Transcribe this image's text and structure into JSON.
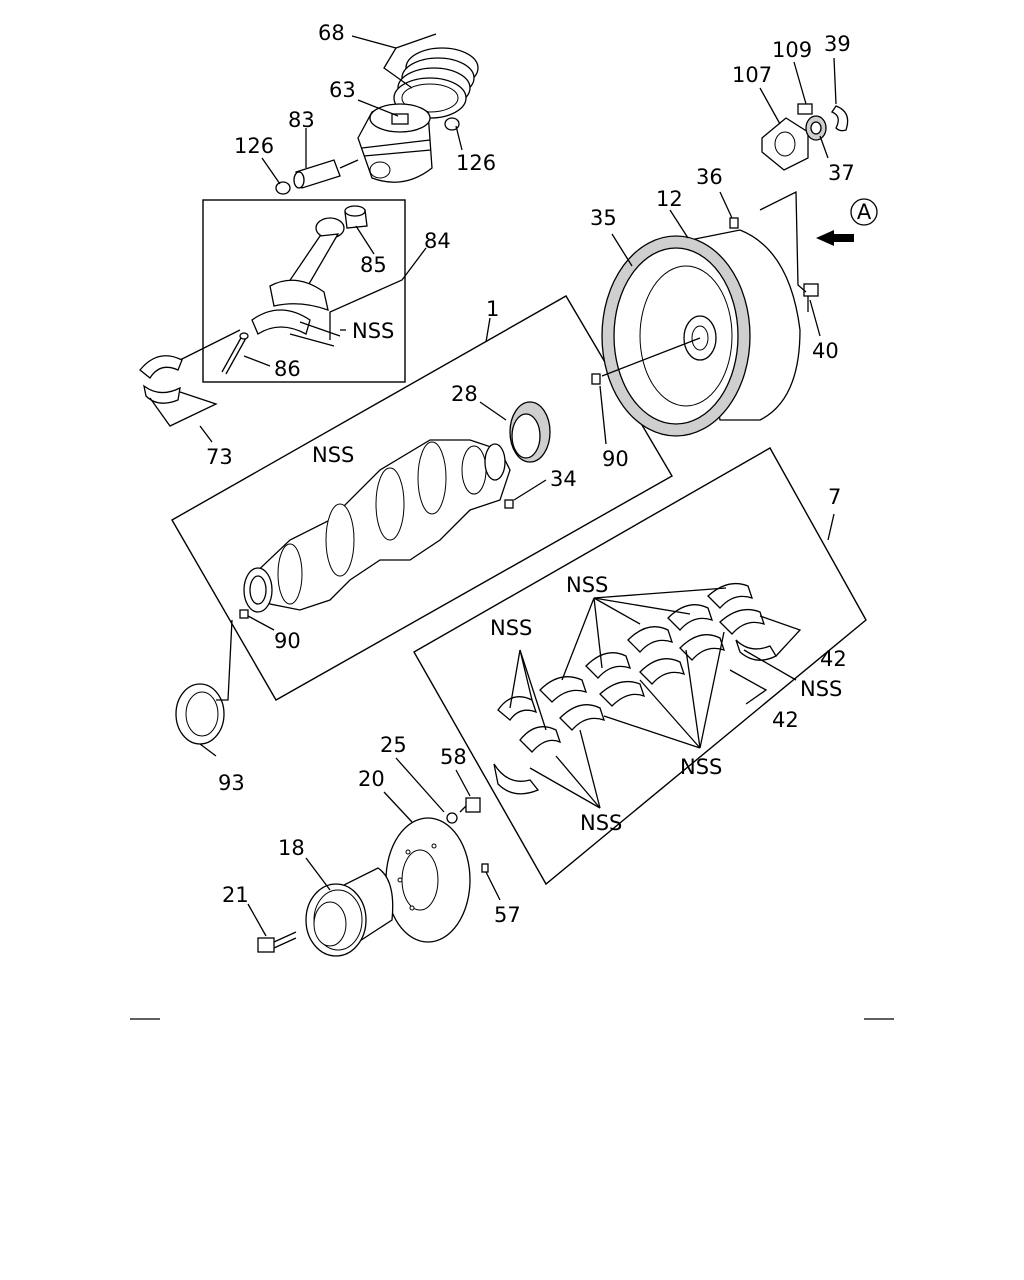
{
  "callouts": {
    "c1": "1",
    "c7": "7",
    "c12": "12",
    "c18": "18",
    "c20": "20",
    "c21": "21",
    "c25": "25",
    "c28": "28",
    "c34": "34",
    "c35": "35",
    "c36": "36",
    "c37": "37",
    "c39": "39",
    "c40": "40",
    "c42a": "42",
    "c42b": "42",
    "c57": "57",
    "c58": "58",
    "c63": "63",
    "c68": "68",
    "c73": "73",
    "c83": "83",
    "c84": "84",
    "c85": "85",
    "c86": "86",
    "c90a": "90",
    "c90b": "90",
    "c93": "93",
    "c107": "107",
    "c109": "109",
    "c126a": "126",
    "c126b": "126"
  },
  "nss_labels": {
    "rod": "NSS",
    "crank": "NSS",
    "bearings_top_left": "NSS",
    "bearings_top": "NSS",
    "bearings_right": "NSS",
    "bearings_mid": "NSS",
    "bearings_bottom": "NSS"
  },
  "view_marker": "A"
}
